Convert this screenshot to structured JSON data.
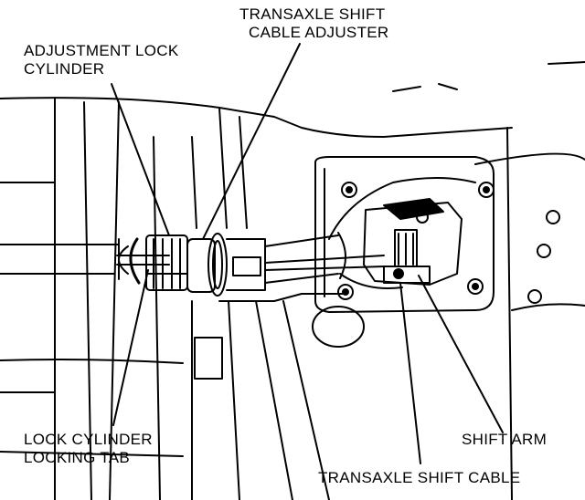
{
  "labels": {
    "adjuster": [
      "TRANSAXLE SHIFT",
      "CABLE ADJUSTER"
    ],
    "lock_cylinder": [
      "ADJUSTMENT LOCK",
      "CYLINDER"
    ],
    "locking_tab": [
      "LOCK CYLINDER",
      "LOCKING TAB"
    ],
    "shift_arm": "SHIFT ARM",
    "shift_cable": "TRANSAXLE SHIFT CABLE"
  },
  "colors": {
    "ink": "#000000",
    "paper": "#ffffff"
  }
}
